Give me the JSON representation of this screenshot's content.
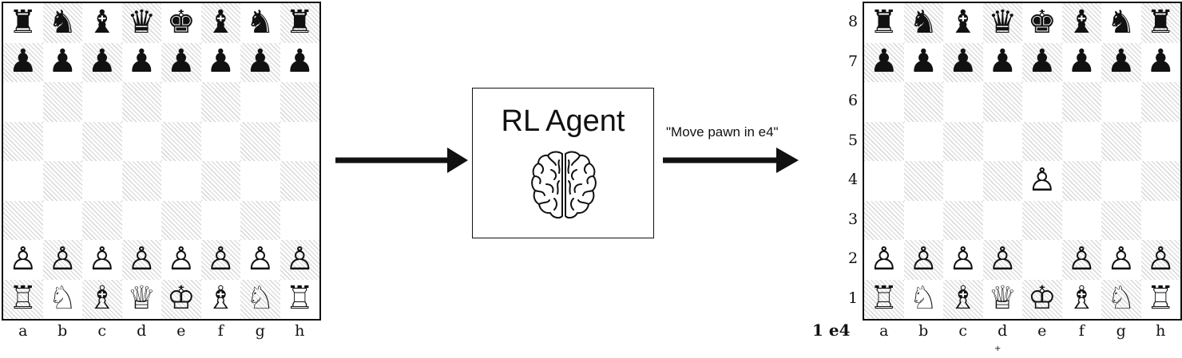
{
  "initial_board": {
    "ranks": [
      [
        "r",
        "n",
        "b",
        "q",
        "k",
        "b",
        "n",
        "r"
      ],
      [
        "p",
        "p",
        "p",
        "p",
        "p",
        "p",
        "p",
        "p"
      ],
      [
        "",
        "",
        "",
        "",
        "",
        "",
        "",
        ""
      ],
      [
        "",
        "",
        "",
        "",
        "",
        "",
        "",
        ""
      ],
      [
        "",
        "",
        "",
        "",
        "",
        "",
        "",
        ""
      ],
      [
        "",
        "",
        "",
        "",
        "",
        "",
        "",
        ""
      ],
      [
        "P",
        "P",
        "P",
        "P",
        "P",
        "P",
        "P",
        "P"
      ],
      [
        "R",
        "N",
        "B",
        "Q",
        "K",
        "B",
        "N",
        "R"
      ]
    ],
    "files": [
      "a",
      "b",
      "c",
      "d",
      "e",
      "f",
      "g",
      "h"
    ]
  },
  "result_board": {
    "ranks": [
      [
        "r",
        "n",
        "b",
        "q",
        "k",
        "b",
        "n",
        "r"
      ],
      [
        "p",
        "p",
        "p",
        "p",
        "p",
        "p",
        "p",
        "p"
      ],
      [
        "",
        "",
        "",
        "",
        "",
        "",
        "",
        ""
      ],
      [
        "",
        "",
        "",
        "",
        "",
        "",
        "",
        ""
      ],
      [
        "",
        "",
        "",
        "",
        "P",
        "",
        "",
        ""
      ],
      [
        "",
        "",
        "",
        "",
        "",
        "",
        "",
        ""
      ],
      [
        "P",
        "P",
        "P",
        "P",
        "",
        "P",
        "P",
        "P"
      ],
      [
        "R",
        "N",
        "B",
        "Q",
        "K",
        "B",
        "N",
        "R"
      ]
    ],
    "files": [
      "a",
      "b",
      "c",
      "d",
      "e",
      "f",
      "g",
      "h"
    ],
    "rank_labels": [
      "8",
      "7",
      "6",
      "5",
      "4",
      "3",
      "2",
      "1"
    ],
    "move_notation": "1 e4",
    "extra_mark": "+"
  },
  "agent": {
    "title": "RL Agent",
    "icon": "brain-icon"
  },
  "action_label": "\"Move pawn in e4\"",
  "colors": {
    "stroke": "#111111",
    "hatch": "#d6d6d6"
  }
}
